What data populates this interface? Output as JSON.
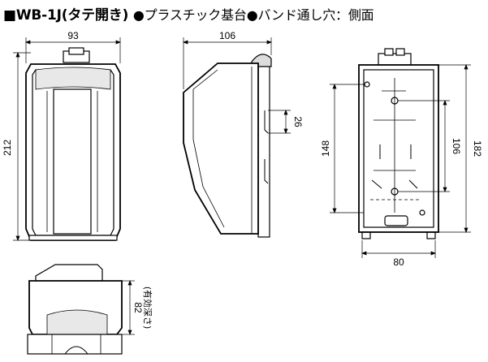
{
  "title": {
    "model": "WB-1J",
    "variant": "(タテ開き)",
    "material": "●プラスチック基台●バンド通し穴：側面"
  },
  "dimensions": {
    "front_width": "93",
    "front_height": "212",
    "side_depth": "106",
    "side_slot": "26",
    "back_inner_height": "148",
    "back_slot_span": "106",
    "back_total_height": "182",
    "back_width": "80",
    "bottom_depth": "82",
    "bottom_depth_note": "(有効深さ)"
  }
}
